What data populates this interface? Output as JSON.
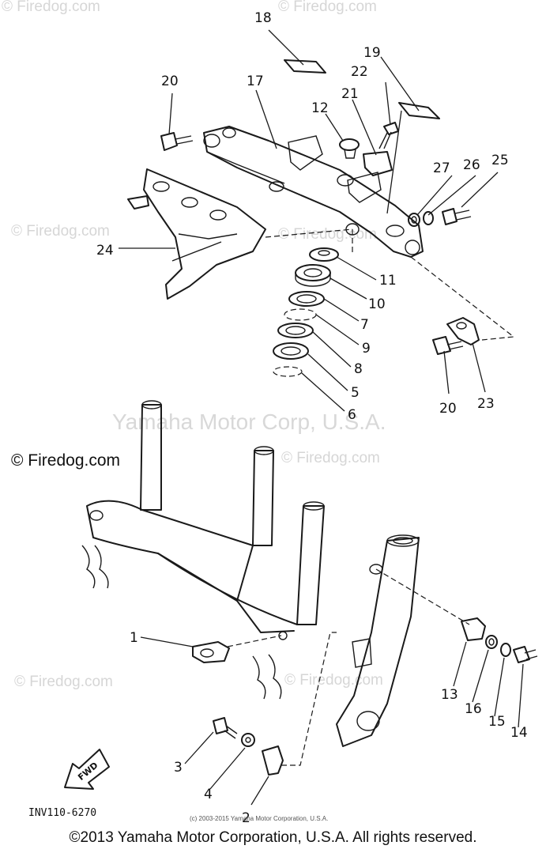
{
  "watermarks": {
    "firedog": "© Firedog.com",
    "firedog_top_right": "© Firedog.com",
    "firedog_dark": "© Firedog.com",
    "center": "Yamaha Motor Corp, U.S.A."
  },
  "callouts": {
    "c1": "1",
    "c2": "2",
    "c3": "3",
    "c4": "4",
    "c5": "5",
    "c6": "6",
    "c7": "7",
    "c8": "8",
    "c9": "9",
    "c10": "10",
    "c11": "11",
    "c12": "12",
    "c13": "13",
    "c14": "14",
    "c15": "15",
    "c16": "16",
    "c17": "17",
    "c18": "18",
    "c19": "19",
    "c20a": "20",
    "c20b": "20",
    "c21": "21",
    "c22": "22",
    "c23": "23",
    "c24": "24",
    "c25": "25",
    "c26": "26",
    "c27": "27"
  },
  "fwd_label": "FWD",
  "diagram_code": "INV110-6270",
  "small_print": "(c) 2003-2015 Yamaha Motor Corporation, U.S.A.",
  "copyright": "©2013 Yamaha Motor Corporation, U.S.A. All rights reserved."
}
